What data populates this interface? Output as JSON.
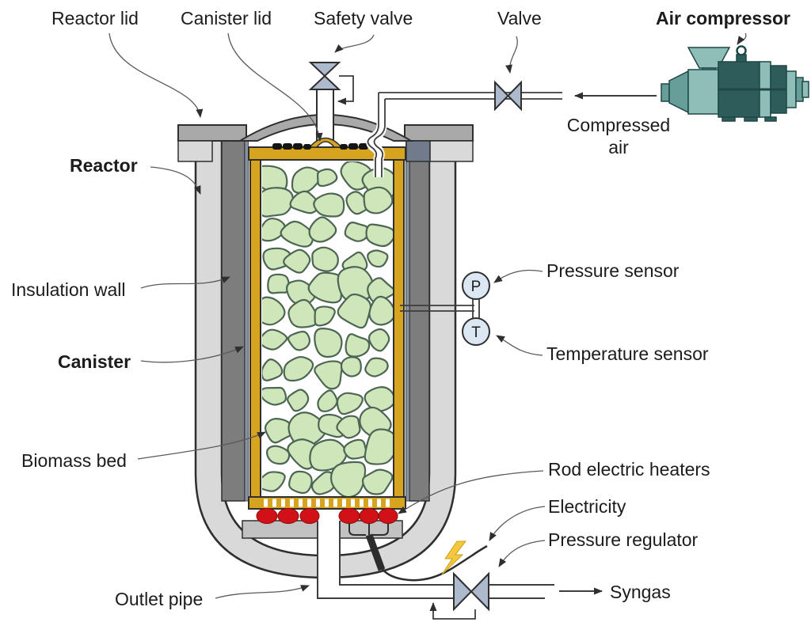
{
  "diagram": {
    "labels": {
      "reactor_lid": "Reactor lid",
      "canister_lid": "Canister lid",
      "safety_valve": "Safety valve",
      "valve": "Valve",
      "air_compressor": "Air compressor",
      "compressed_air_line1": "Compressed",
      "compressed_air_line2": "air",
      "reactor": "Reactor",
      "insulation_wall": "Insulation wall",
      "canister": "Canister",
      "biomass_bed": "Biomass bed",
      "pressure_sensor": "Pressure sensor",
      "temperature_sensor": "Temperature sensor",
      "rod_electric_heaters": "Rod electric heaters",
      "electricity": "Electricity",
      "pressure_regulator": "Pressure regulator",
      "syngas": "Syngas",
      "outlet_pipe": "Outlet pipe",
      "sensor_p": "P",
      "sensor_t": "T"
    },
    "colors": {
      "shell_light_gray": "#d9d9d9",
      "lid_dark_gray": "#a9a9a9",
      "insulation_gray": "#7d7d7d",
      "liner_blue_gray": "#8792a1",
      "flange_block_blue": "#717b8c",
      "canister_gold": "#d6a41f",
      "rock_fill": "#cfe6bb",
      "rock_stroke": "#4d6653",
      "heater_red": "#d11117",
      "tray_gray": "#c2c2c2",
      "valve_fill": "#adbacd",
      "sensor_fill": "#dbe7f3",
      "compressor_light": "#8fbdb7",
      "compressor_mid": "#679e9a",
      "compressor_dark": "#2d5c5b",
      "compressor_outline": "#1f4746",
      "bolt_yellow": "#f3c83e",
      "bolt_outline": "#caa21c",
      "line_dark": "#3d3d3d",
      "outline_dark": "#2f2f2f",
      "leader_gray": "#5a5a5a",
      "text_color": "#1c1c1c"
    }
  }
}
